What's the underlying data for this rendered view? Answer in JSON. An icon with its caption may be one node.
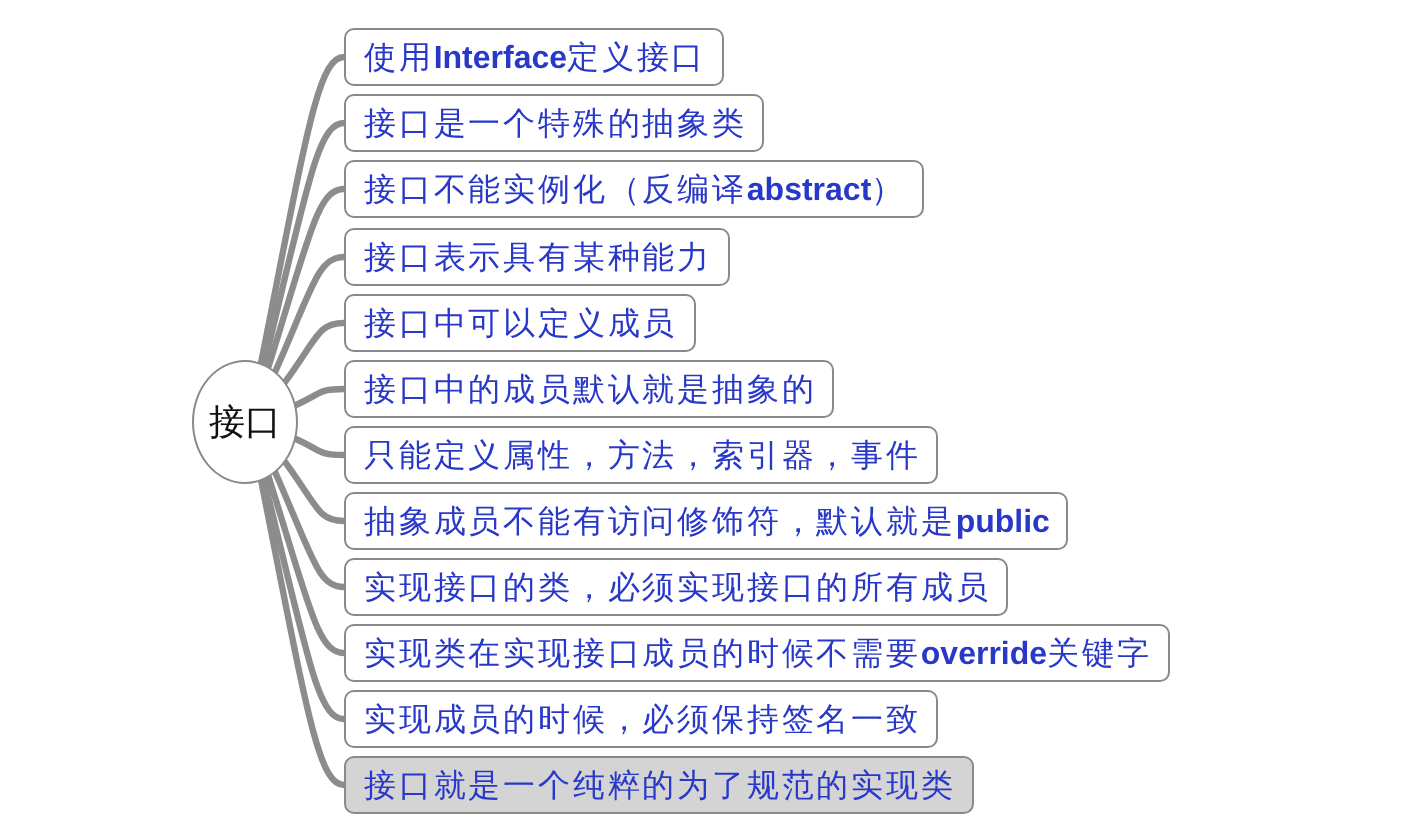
{
  "diagram": {
    "nodes": [
      {
        "text": [
          "接口"
        ]
      },
      {
        "text": [
          "使用**Interface**定义接口"
        ]
      },
      {
        "text": [
          "接口是一个特殊的抽象类"
        ]
      },
      {
        "text": [
          "接口不能实例化（反编译**abstract**）"
        ]
      },
      {
        "text": [
          "接口表示具有某种能力"
        ]
      },
      {
        "text": [
          "接口中可以定义成员"
        ]
      },
      {
        "text": [
          "接口中的成员默认就是抽象的"
        ]
      },
      {
        "text": [
          "只能定义属性，方法，索引器，事件"
        ]
      },
      {
        "text": [
          "抽象成员不能有访问修饰符，默认就是**public**"
        ]
      },
      {
        "text": [
          "实现接口的类，必须实现接口的所有成员"
        ]
      },
      {
        "text": [
          "实现类在实现接口成员的时候不需要**override**关键字"
        ]
      },
      {
        "text": [
          "实现成员的时候，必须保持签名一致"
        ]
      },
      {
        "text": [
          "接口就是一个纯粹的为了规范的实现类"
        ]
      }
    ],
    "edges": [
      {
        "from": 0,
        "to": 1,
        "arrow": "none"
      },
      {
        "from": 0,
        "to": 2,
        "arrow": "none"
      },
      {
        "from": 0,
        "to": 3,
        "arrow": "none"
      },
      {
        "from": 0,
        "to": 4,
        "arrow": "none"
      },
      {
        "from": 0,
        "to": 5,
        "arrow": "none"
      },
      {
        "from": 0,
        "to": 6,
        "arrow": "none"
      },
      {
        "from": 0,
        "to": 7,
        "arrow": "none"
      },
      {
        "from": 0,
        "to": 8,
        "arrow": "none"
      },
      {
        "from": 0,
        "to": 9,
        "arrow": "none"
      },
      {
        "from": 0,
        "to": 10,
        "arrow": "none"
      },
      {
        "from": 0,
        "to": 11,
        "arrow": "none"
      },
      {
        "from": 0,
        "to": 12,
        "arrow": "none"
      }
    ]
  }
}
